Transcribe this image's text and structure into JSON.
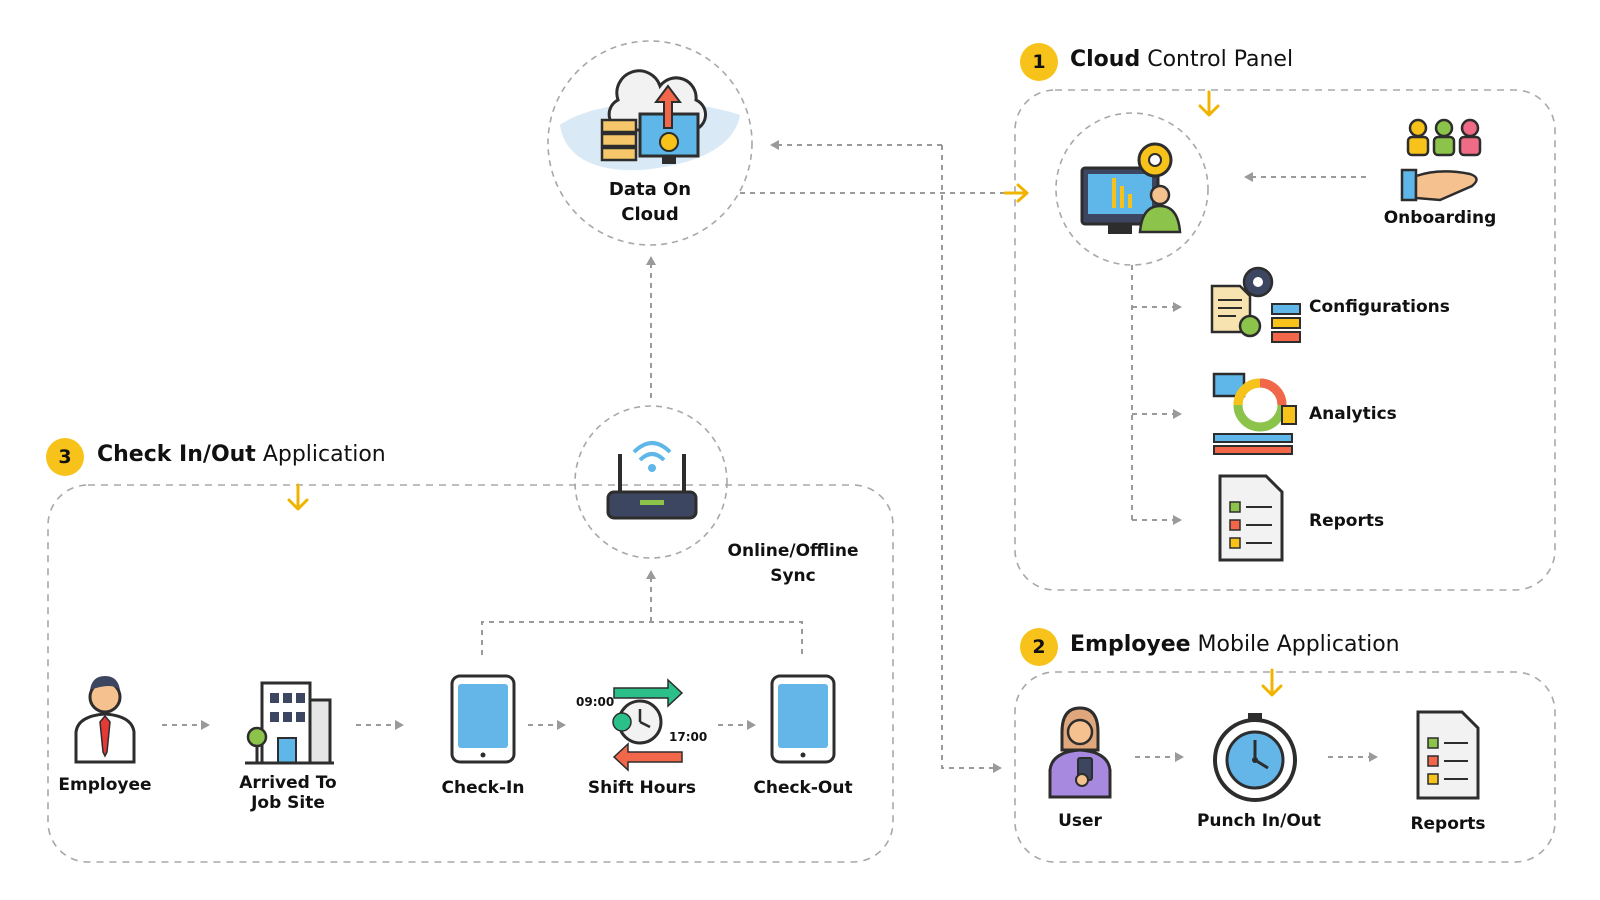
{
  "sections": {
    "cloud_panel": {
      "number": "1",
      "title_bold": "Cloud",
      "title_rest": " Control Panel"
    },
    "mobile_app": {
      "number": "2",
      "title_bold": "Employee",
      "title_rest": " Mobile Application"
    },
    "checkin_app": {
      "number": "3",
      "title_bold": "Check In/Out",
      "title_rest": " Application"
    }
  },
  "nodes": {
    "data_on_cloud": "Data On\nCloud",
    "onboarding": "Onboarding",
    "configurations": "Configurations",
    "analytics": "Analytics",
    "reports_panel": "Reports",
    "sync": "Online/Offline\nSync",
    "employee": "Employee",
    "arrived": "Arrived To\nJob Site",
    "check_in": "Check-In",
    "shift_hours": "Shift Hours",
    "check_out": "Check-Out",
    "user": "User",
    "punch": "Punch In/Out",
    "reports_mobile": "Reports"
  },
  "shift_times": {
    "start": "09:00",
    "end": "17:00"
  },
  "icons": [
    "cloud-server-icon",
    "monitor-analytics-icon",
    "onboarding-people-icon",
    "configurations-icon",
    "analytics-icon",
    "report-document-icon",
    "router-icon",
    "employee-icon",
    "building-icon",
    "tablet-icon",
    "shift-clock-icon",
    "user-phone-icon",
    "stopwatch-icon"
  ],
  "colors": {
    "accent_yellow": "#f7c31a",
    "dash_grey": "#9a9a9a",
    "tablet_blue": "#64b5e8",
    "outline": "#2d2d2d"
  }
}
